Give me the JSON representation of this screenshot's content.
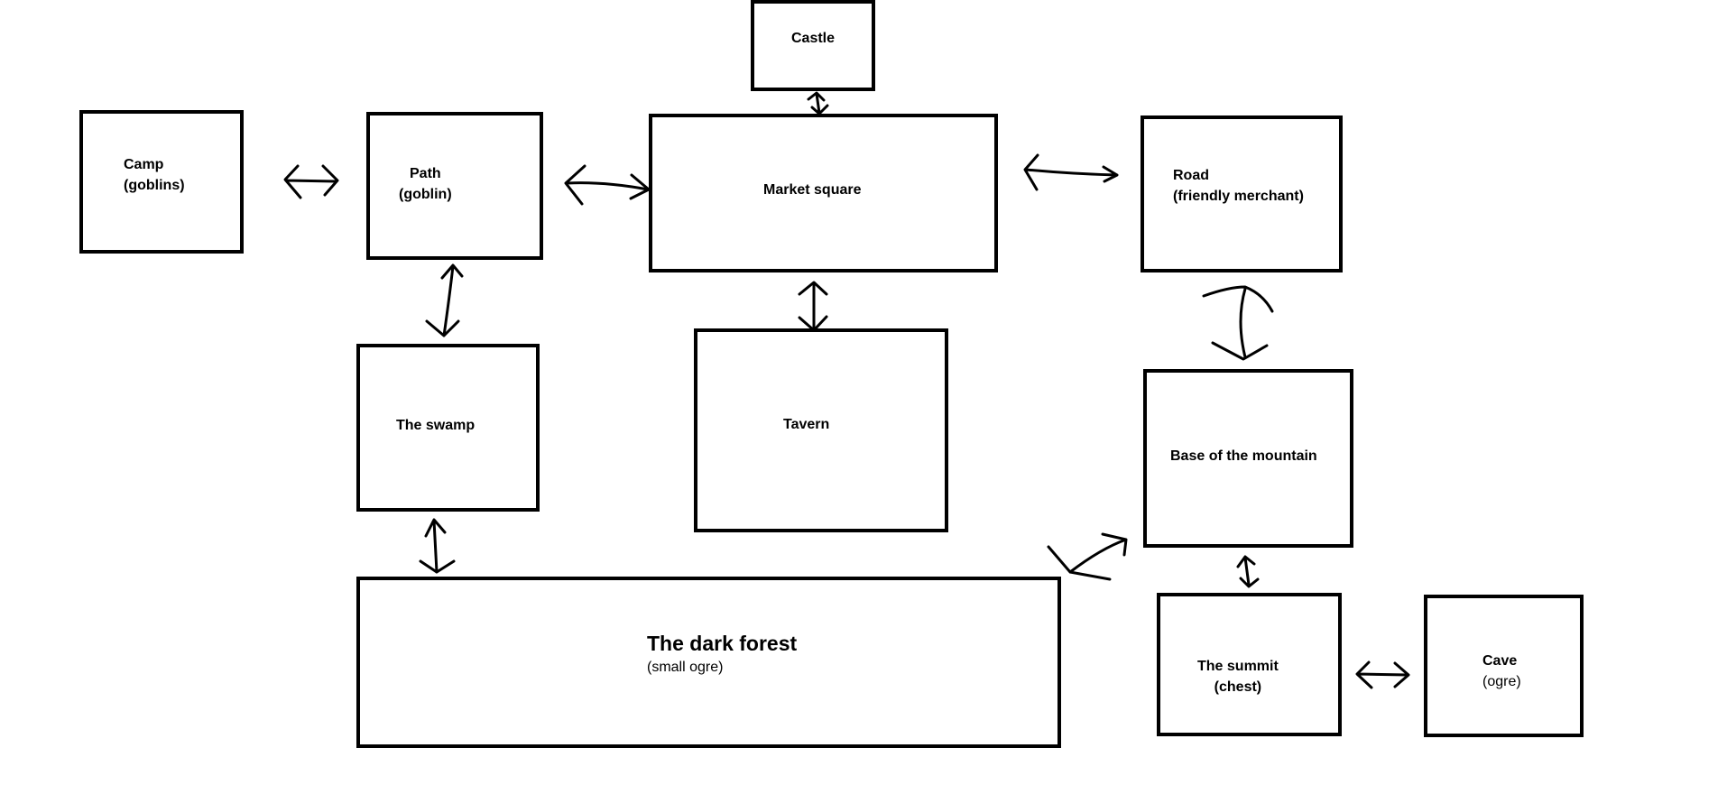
{
  "rooms": {
    "castle": {
      "name": "Castle"
    },
    "camp": {
      "name": "Camp",
      "detail": "(goblins)"
    },
    "path": {
      "name": "Path",
      "detail": "(goblin)"
    },
    "market": {
      "name": "Market square"
    },
    "road": {
      "name": "Road",
      "detail": "(friendly merchant)"
    },
    "swamp": {
      "name": "The swamp"
    },
    "tavern": {
      "name": "Tavern"
    },
    "base": {
      "name": "Base of the mountain"
    },
    "forest": {
      "name": "The dark forest",
      "detail": "(small ogre)"
    },
    "summit": {
      "name": "The summit",
      "detail": "(chest)"
    },
    "cave": {
      "name": "Cave",
      "detail": "(ogre)"
    }
  },
  "connections": [
    [
      "camp",
      "path"
    ],
    [
      "path",
      "market"
    ],
    [
      "castle",
      "market"
    ],
    [
      "market",
      "road"
    ],
    [
      "path",
      "swamp"
    ],
    [
      "market",
      "tavern"
    ],
    [
      "road",
      "base"
    ],
    [
      "swamp",
      "forest"
    ],
    [
      "forest",
      "base"
    ],
    [
      "base",
      "summit"
    ],
    [
      "summit",
      "cave"
    ]
  ]
}
